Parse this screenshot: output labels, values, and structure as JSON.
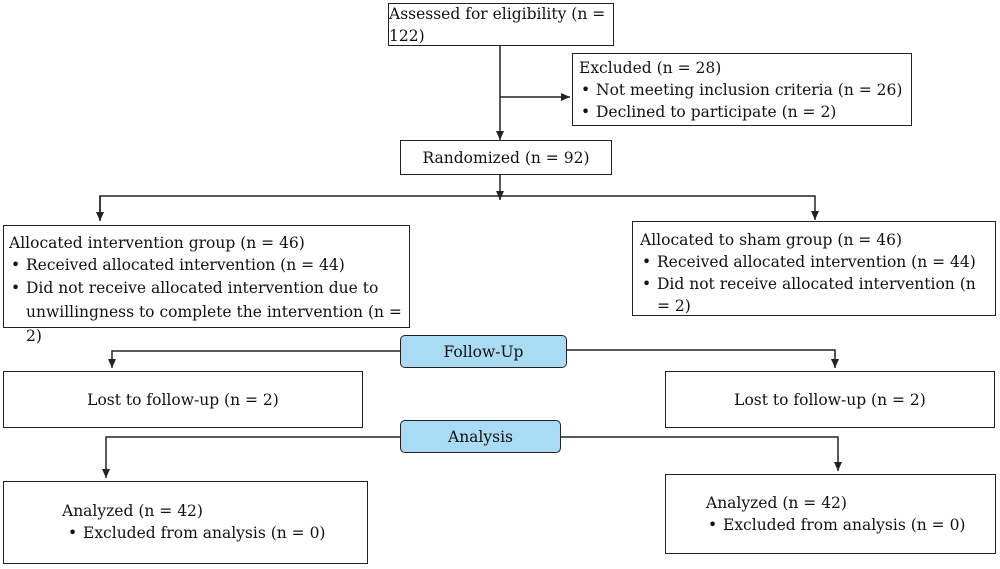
{
  "flowchart": {
    "assessed": {
      "text": "Assessed for eligibility (n = 122)"
    },
    "excluded": {
      "title": "Excluded (n = 28)",
      "items": [
        "Not meeting inclusion criteria (n = 26)",
        "Declined to participate (n = 2)"
      ]
    },
    "randomized": {
      "text": "Randomized (n = 92)"
    },
    "intervention": {
      "title": "Allocated intervention group (n = 46)",
      "items": [
        "Received allocated intervention (n = 44)",
        "Did not receive allocated intervention due to unwillingness to complete the intervention (n = 2)"
      ]
    },
    "sham": {
      "title": "Allocated to sham group (n = 46)",
      "items": [
        "Received allocated intervention (n = 44)",
        "Did not receive allocated intervention (n = 2)"
      ]
    },
    "followup_stage": {
      "label": "Follow-Up"
    },
    "lost_left": {
      "text": "Lost to follow-up (n = 2)"
    },
    "lost_right": {
      "text": "Lost to follow-up (n = 2)"
    },
    "analysis_stage": {
      "label": "Analysis"
    },
    "analyzed_left": {
      "title": "Analyzed (n = 42)",
      "items": [
        "Excluded from analysis (n = 0)"
      ]
    },
    "analyzed_right": {
      "title": "Analyzed (n = 42)",
      "items": [
        "Excluded from analysis (n = 0)"
      ]
    }
  },
  "colors": {
    "stage_fill": "#a9dbf4",
    "line": "#222222"
  }
}
